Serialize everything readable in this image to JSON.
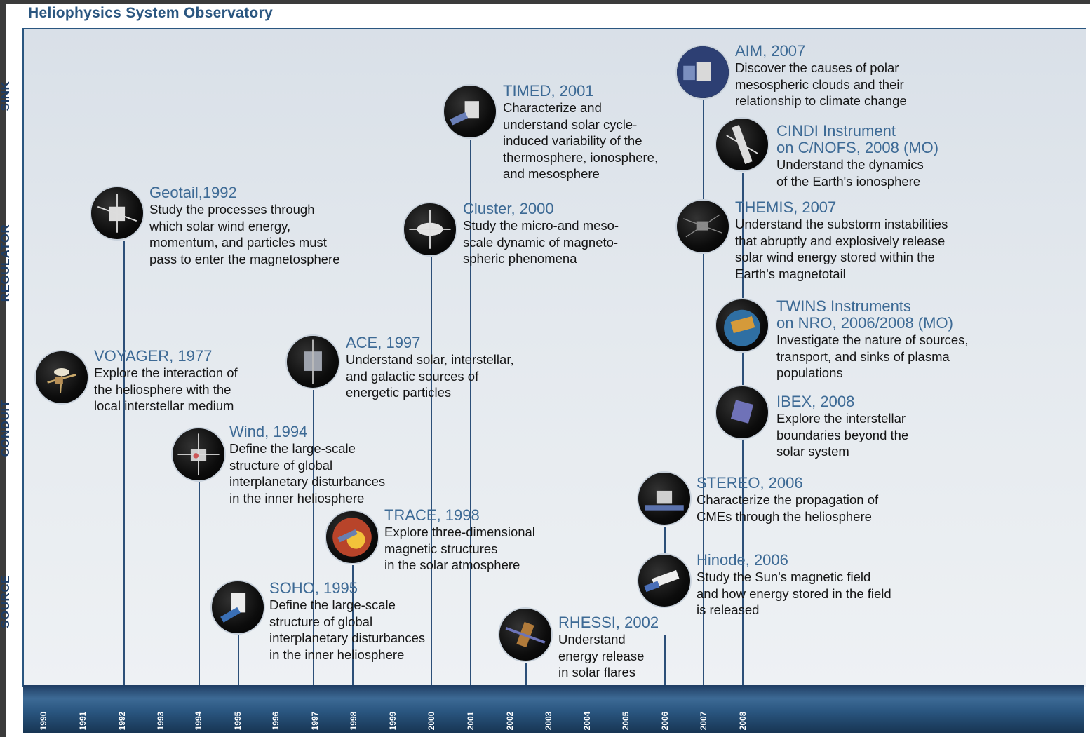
{
  "title": "Heliophysics System Observatory",
  "bands": [
    "SINK",
    "REGULATOR",
    "CONDUIT",
    "SOURCE"
  ],
  "years": [
    "1990",
    "1991",
    "1992",
    "1993",
    "1994",
    "1995",
    "1996",
    "1997",
    "1998",
    "1999",
    "2000",
    "2001",
    "2002",
    "2003",
    "2004",
    "2005",
    "2006",
    "2007",
    "2008"
  ],
  "colors": {
    "heading": "#2a5680",
    "mission_name": "#3d6a95",
    "axis": "#2a5680",
    "panel": "#dfe5eb"
  },
  "missions": [
    {
      "id": "voyager",
      "name": "VOYAGER, 1977",
      "desc": "Explore the interaction of\nthe heliosphere with the\nlocal interstellar medium",
      "icon": "voyager-spacecraft-icon"
    },
    {
      "id": "geotail",
      "name": "Geotail,1992",
      "desc": "Study the processes through\nwhich solar wind energy,\nmomentum, and particles must\npass to enter the magnetosphere",
      "icon": "geotail-spacecraft-icon"
    },
    {
      "id": "wind",
      "name": "Wind, 1994",
      "desc": "Define the large-scale\nstructure of global\ninterplanetary disturbances\nin the inner heliosphere",
      "icon": "wind-spacecraft-icon"
    },
    {
      "id": "soho",
      "name": "SOHO, 1995",
      "desc": "Define the large-scale\nstructure of global\ninterplanetary disturbances\nin the inner heliosphere",
      "icon": "soho-spacecraft-icon"
    },
    {
      "id": "ace",
      "name": "ACE, 1997",
      "desc": "Understand solar, interstellar,\nand galactic sources of\nenergetic particles",
      "icon": "ace-spacecraft-icon"
    },
    {
      "id": "trace",
      "name": "TRACE, 1998",
      "desc": "Explore three-dimensional\nmagnetic structures\nin the solar atmosphere",
      "icon": "trace-spacecraft-icon"
    },
    {
      "id": "cluster",
      "name": "Cluster, 2000",
      "desc": "Study the micro-and meso-\nscale dynamic of magneto-\nspheric phenomena",
      "icon": "cluster-spacecraft-icon"
    },
    {
      "id": "timed",
      "name": "TIMED, 2001",
      "desc": "Characterize and\nunderstand solar cycle-\ninduced variability of the\nthermosphere, ionosphere,\nand mesosphere",
      "icon": "timed-spacecraft-icon"
    },
    {
      "id": "rhessi",
      "name": "RHESSI, 2002",
      "desc": "Understand\nenergy release\nin solar flares",
      "icon": "rhessi-spacecraft-icon"
    },
    {
      "id": "stereo",
      "name": "STEREO, 2006",
      "desc": "Characterize the propagation of\nCMEs through the heliosphere",
      "icon": "stereo-spacecraft-icon"
    },
    {
      "id": "hinode",
      "name": "Hinode, 2006",
      "desc": "Study the Sun's magnetic field\nand how energy stored in the field\nis released",
      "icon": "hinode-spacecraft-icon"
    },
    {
      "id": "aim",
      "name": "AIM, 2007",
      "desc": "Discover the causes of polar\nmesospheric clouds and their\nrelationship to climate change",
      "icon": "aim-spacecraft-icon"
    },
    {
      "id": "themis",
      "name": "THEMIS, 2007",
      "desc": "Understand the substorm instabilities\nthat abruptly and explosively release\nsolar wind energy stored within the\nEarth's magnetotail",
      "icon": "themis-spacecraft-icon"
    },
    {
      "id": "cindi",
      "name": "CINDI Instrument\non C/NOFS, 2008 (MO)",
      "desc": "Understand the dynamics\nof the Earth's ionosphere",
      "icon": "cindi-spacecraft-icon"
    },
    {
      "id": "twins",
      "name": "TWINS Instruments\non NRO, 2006/2008 (MO)",
      "desc": "Investigate the nature of sources,\ntransport, and sinks of plasma\npopulations",
      "icon": "twins-spacecraft-icon"
    },
    {
      "id": "ibex",
      "name": "IBEX, 2008",
      "desc": "Explore the interstellar\nboundaries beyond the\nsolar system",
      "icon": "ibex-spacecraft-icon"
    }
  ]
}
